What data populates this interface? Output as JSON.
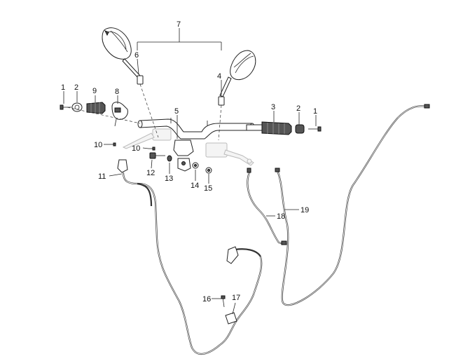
{
  "callouts": [
    {
      "id": "c1a",
      "text": "1"
    },
    {
      "id": "c2a",
      "text": "2"
    },
    {
      "id": "c9",
      "text": "9"
    },
    {
      "id": "c8",
      "text": "8"
    },
    {
      "id": "c6",
      "text": "6"
    },
    {
      "id": "c7",
      "text": "7"
    },
    {
      "id": "c4",
      "text": "4"
    },
    {
      "id": "c5",
      "text": "5"
    },
    {
      "id": "c3",
      "text": "3"
    },
    {
      "id": "c2b",
      "text": "2"
    },
    {
      "id": "c1b",
      "text": "1"
    },
    {
      "id": "c10a",
      "text": "10"
    },
    {
      "id": "c10b",
      "text": "10"
    },
    {
      "id": "c11",
      "text": "11"
    },
    {
      "id": "c12",
      "text": "12"
    },
    {
      "id": "c13",
      "text": "13"
    },
    {
      "id": "c14",
      "text": "14"
    },
    {
      "id": "c15",
      "text": "15"
    },
    {
      "id": "c18",
      "text": "18"
    },
    {
      "id": "c19",
      "text": "19"
    },
    {
      "id": "c16",
      "text": "16"
    },
    {
      "id": "c17",
      "text": "17"
    }
  ]
}
